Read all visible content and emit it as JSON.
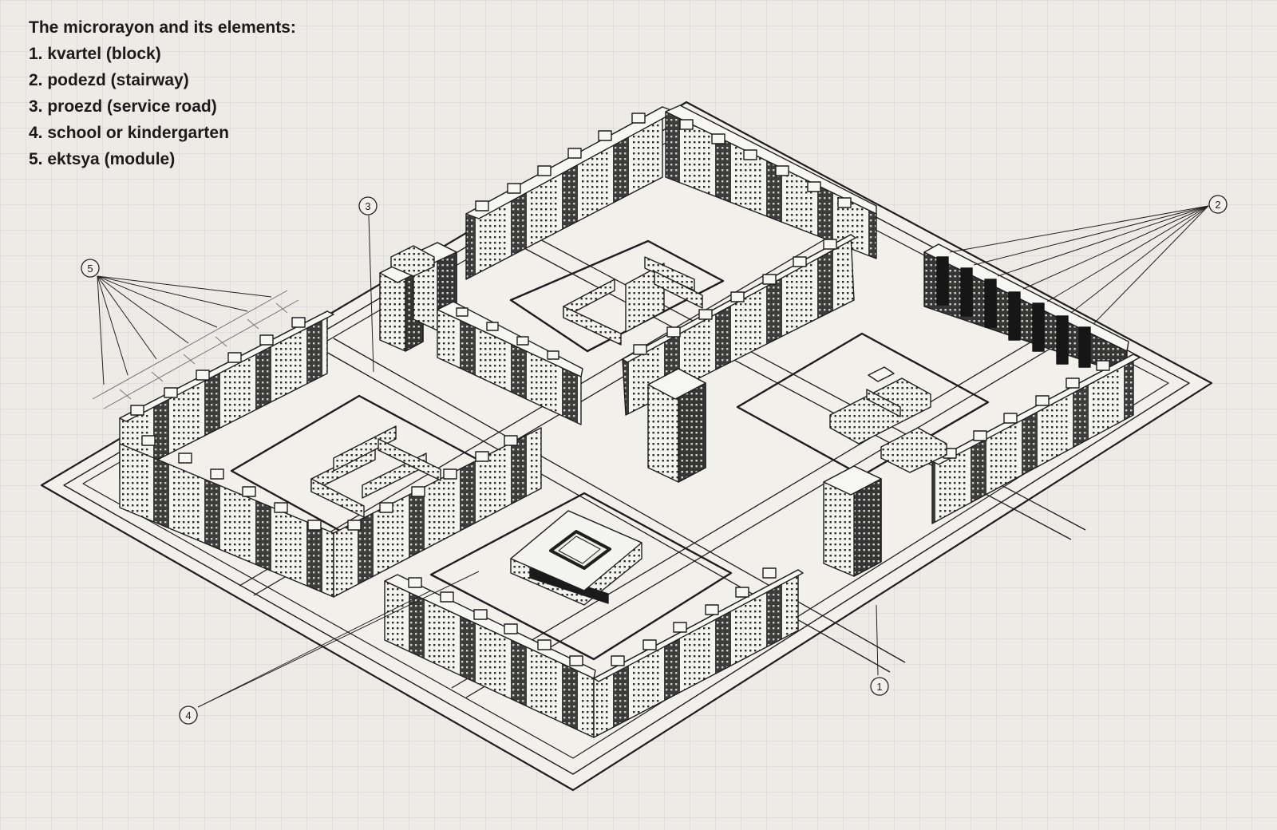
{
  "legend": {
    "title": "The microrayon and its elements:",
    "items": [
      "1. kvartel (block)",
      "2. podezd (stairway)",
      "3. proezd (service road)",
      "4. school or kindergarten",
      "5. ektsya (module)"
    ]
  },
  "callouts": [
    {
      "number": "1"
    },
    {
      "number": "2"
    },
    {
      "number": "3"
    },
    {
      "number": "4"
    },
    {
      "number": "5"
    }
  ],
  "colors": {
    "ink": "#1e1e1e",
    "paper": "#ecebe6",
    "site": "#f1f0eb",
    "facade_light": "#f3f3f0",
    "facade_dark": "#2b2b2b",
    "facade_stripe": "#4a4a4a"
  }
}
